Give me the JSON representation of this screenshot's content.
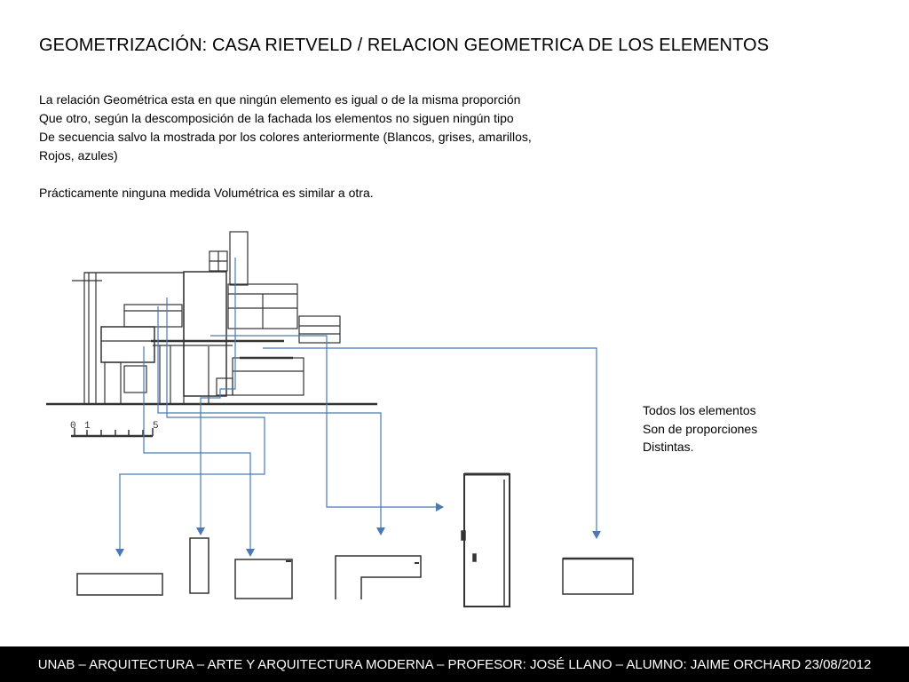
{
  "slide": {
    "title": "GEOMETRIZACIÓN: CASA RIETVELD / RELACION GEOMETRICA DE LOS ELEMENTOS",
    "paragraph_lines": [
      "La relación Geométrica esta en que ningún elemento es igual o de la misma proporción",
      "Que otro, según la descomposición de la fachada los elementos no siguen ningún tipo",
      "De secuencia salvo la mostrada por los colores anteriormente (Blancos, grises, amarillos,",
      "Rojos, azules)"
    ],
    "paragraph_2": "Prácticamente ninguna medida Volumétrica es similar a otra.",
    "note_lines": [
      "Todos los elementos",
      "Son de proporciones",
      "Distintas."
    ],
    "scale_labels": [
      "0",
      "1",
      "5"
    ],
    "arrow_color": "#4a7ab5",
    "footer": "UNAB – ARQUITECTURA – ARTE Y ARQUITECTURA MODERNA – PROFESOR: JOSÉ LLANO – ALUMNO: JAIME ORCHARD 23/08/2012"
  }
}
